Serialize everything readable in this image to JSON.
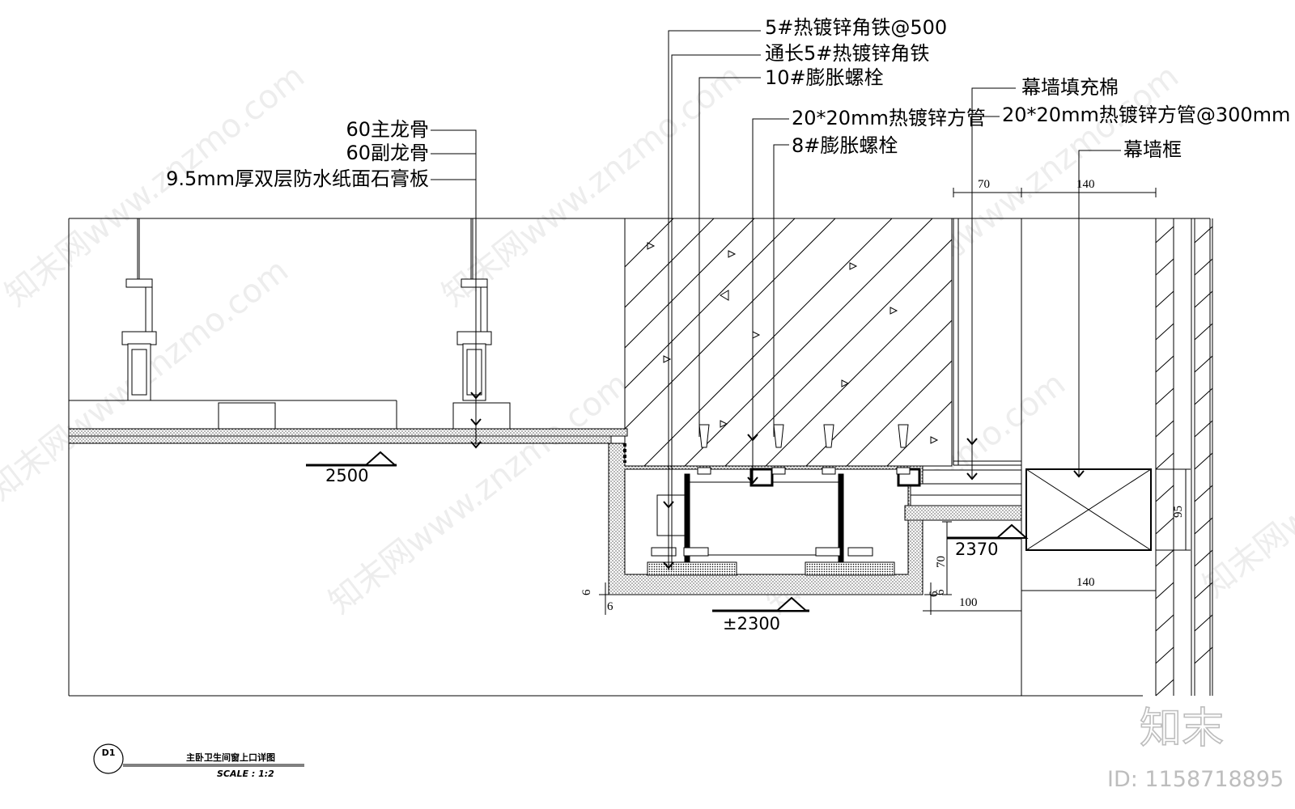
{
  "callouts": {
    "angle_iron_500": "5#热镀锌角铁@500",
    "angle_iron_full": "通长5#热镀锌角铁",
    "bolt_10": "10#膨胀螺栓",
    "square_tube": "20*20mm热镀锌方管",
    "bolt_8": "8#膨胀螺栓",
    "curtain_fill": "幕墙填充棉",
    "square_tube_300": "20*20mm热镀锌方管@300mm",
    "curtain_frame": "幕墙框",
    "main_keel": "60主龙骨",
    "sub_keel": "60副龙骨",
    "gypsum_board": "9.5mm厚双层防水纸面石膏板"
  },
  "levels": {
    "ceiling": "2500",
    "window_sill": "2370",
    "window_top": "±2300"
  },
  "dimensions": {
    "top_left": "70",
    "top_right": "140",
    "bottom_right": "140",
    "bottom_mid": "100",
    "frame_height": "95",
    "vert_70": "70",
    "small_6a": "6",
    "small_6b": "6",
    "small_6c": "6",
    "small_6d": "6"
  },
  "title_block": {
    "tag": "D1",
    "title": "主卧卫生间窗上口详图",
    "scale": "SCALE :  1:2"
  },
  "watermark": {
    "text": "知末网www.znzmo.com",
    "brand": "知末",
    "id": "ID: 1158718895"
  }
}
